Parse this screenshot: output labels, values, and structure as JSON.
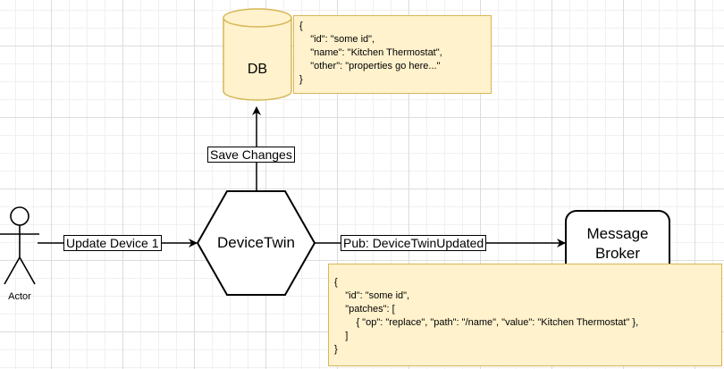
{
  "nodes": {
    "db": {
      "label": "DB"
    },
    "device_twin": {
      "label": "DeviceTwin"
    },
    "message_broker": {
      "label_line1": "Message",
      "label_line2": "Broker"
    },
    "actor": {
      "label": "Actor"
    }
  },
  "edges": {
    "update_device": {
      "label": "Update Device 1"
    },
    "save_changes": {
      "label": "Save Changes"
    },
    "pub_event": {
      "label": "Pub: DeviceTwinUpdated"
    }
  },
  "notes": {
    "db_record": "{\n    \"id\": \"some id\",\n    \"name\": \"Kitchen Thermostat\",\n    \"other\": \"properties go here...\"\n}",
    "event_payload": "{\n    \"id\": \"some id\",\n    \"patches\": [\n        { \"op\": \"replace\", \"path\": \"/name\", \"value\": \"Kitchen Thermostat\" },\n    ]\n}"
  },
  "colors": {
    "note_fill": "#fff2cc",
    "note_border": "#d6b656",
    "db_fill": "#fff2cc",
    "db_stroke": "#d6b656",
    "line": "#000000"
  }
}
